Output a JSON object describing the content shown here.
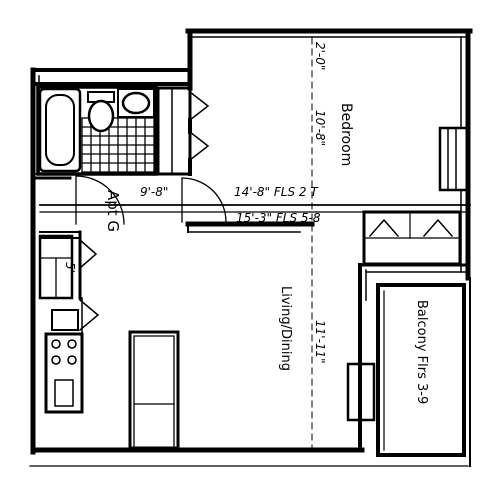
{
  "plan": {
    "rooms": {
      "bedroom": "Bedroom",
      "living": "Living/Dining",
      "balcony": "Balcony Flrs 3-9",
      "unit": "Apt G"
    },
    "dimensions": {
      "bedroom_width": "2'-0\"",
      "bedroom_depth": "10'-8\"",
      "hall": "9'-8\"",
      "span_upper": "14'-8\" FLS 2 T",
      "span_lower": "15'-3\" FLS 5-8",
      "living_depth": "11'-11\"",
      "kitchen": "5'"
    },
    "colors": {
      "ink": "#000000",
      "paper": "#ffffff"
    }
  }
}
